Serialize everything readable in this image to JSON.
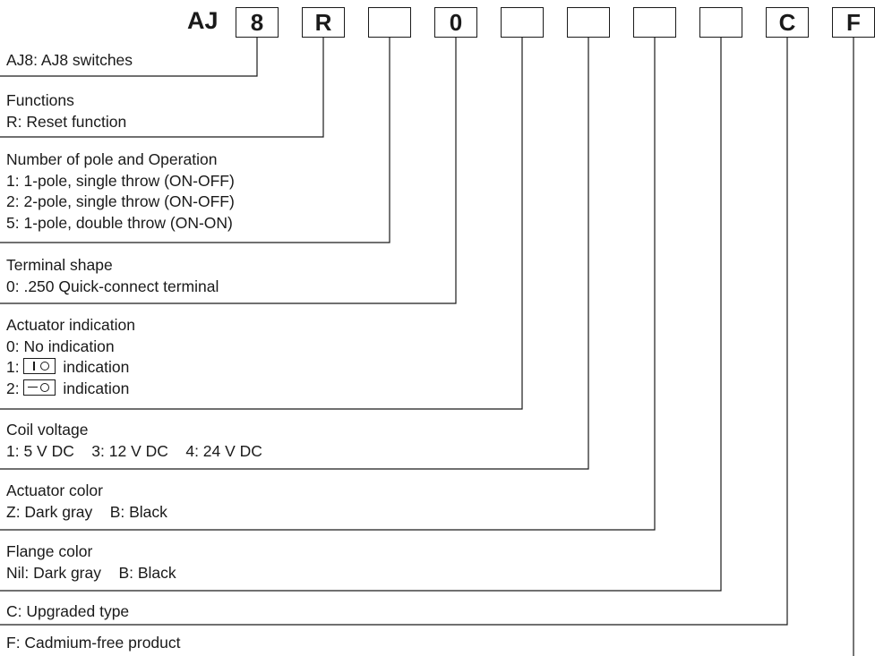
{
  "code": {
    "prefix": "AJ",
    "boxes": [
      "8",
      "R",
      "",
      "0",
      "",
      "",
      "",
      "",
      "C",
      "F"
    ]
  },
  "sections": [
    {
      "lines": [
        "AJ8: AJ8 switches"
      ]
    },
    {
      "lines": [
        "Functions",
        "R: Reset function"
      ]
    },
    {
      "lines": [
        "Number of pole and Operation",
        "1: 1-pole, single throw (ON-OFF)",
        "2: 2-pole, single throw (ON-OFF)",
        "5: 1-pole, double throw (ON-ON)"
      ]
    },
    {
      "lines": [
        "Terminal shape",
        "0: .250 Quick-connect terminal"
      ]
    },
    {
      "title": "Actuator indication",
      "lines": [
        "0: No indication"
      ],
      "rows": [
        {
          "prefix": "1:",
          "icon": "on-off-symbol-icon",
          "suffix": "indication"
        },
        {
          "prefix": "2:",
          "icon": "dash-circle-symbol-icon",
          "suffix": "indication"
        }
      ]
    },
    {
      "lines": [
        "Coil voltage",
        "1: 5 V DC    3: 12 V DC    4: 24 V DC"
      ]
    },
    {
      "lines": [
        "Actuator color",
        "Z: Dark gray    B: Black"
      ]
    },
    {
      "lines": [
        "Flange color",
        "Nil: Dark gray    B: Black"
      ]
    },
    {
      "lines": [
        "C: Upgraded type"
      ]
    },
    {
      "lines": [
        "F: Cadmium-free product"
      ]
    }
  ]
}
